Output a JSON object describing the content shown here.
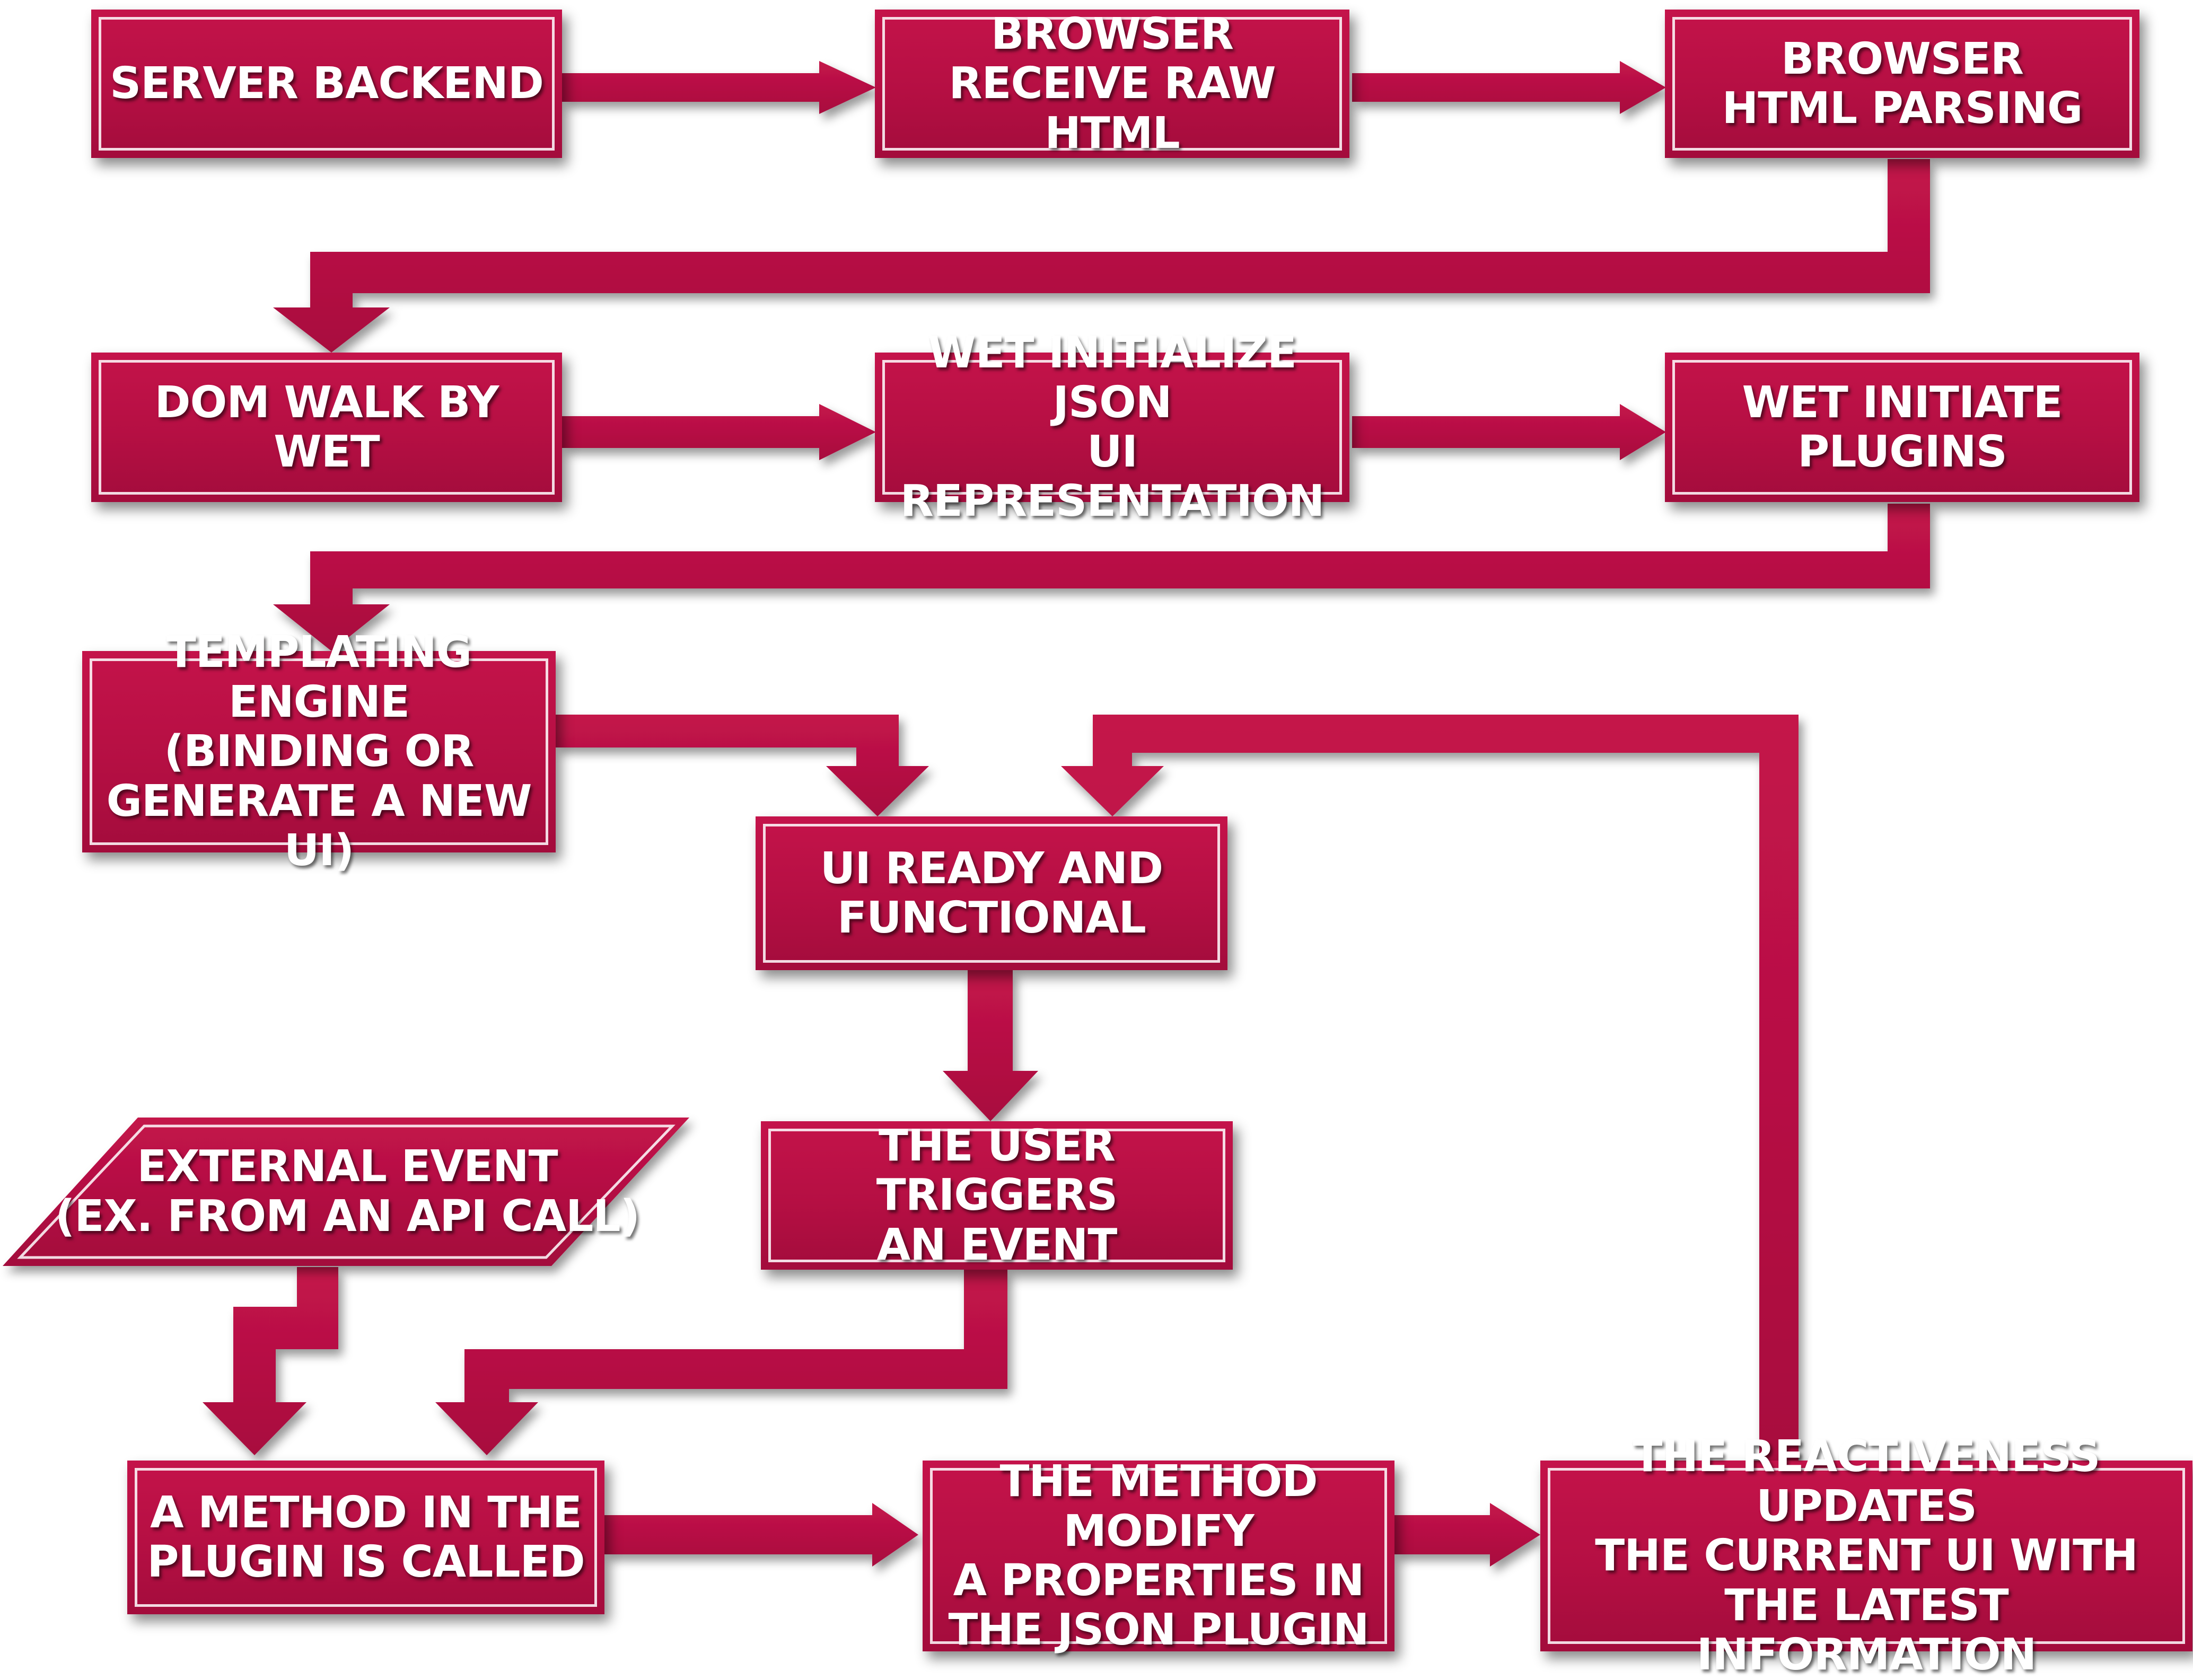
{
  "colors": {
    "box_fill": "#b8104a",
    "arrow_fill": "#b8104a",
    "text": "#ffffff"
  },
  "nodes": {
    "server_backend": "SERVER BACKEND",
    "browser_receive": "BROWSER\nRECEIVE RAW HTML",
    "browser_parsing": "BROWSER\nHTML PARSING",
    "dom_walk": "DOM WALK BY WET",
    "wet_init_json": "WET INITIALIZE JSON\nUI REPRESENTATION",
    "wet_plugins": "WET INITIATE\nPLUGINS",
    "templating": "TEMPLATING ENGINE\n(BINDING OR\nGENERATE A NEW UI)",
    "ui_ready": "UI READY AND\nFUNCTIONAL",
    "user_triggers": "THE USER TRIGGERS\nAN EVENT",
    "external_event": "EXTERNAL EVENT\n(EX. FROM AN API CALL)",
    "method_called": "A METHOD IN THE\nPLUGIN IS CALLED",
    "method_modify": "THE METHOD MODIFY\nA PROPERTIES IN\nTHE JSON PLUGIN",
    "reactiveness": "THE REACTIVENESS UPDATES\nTHE CURRENT UI WITH\nTHE LATEST INFORMATION"
  }
}
